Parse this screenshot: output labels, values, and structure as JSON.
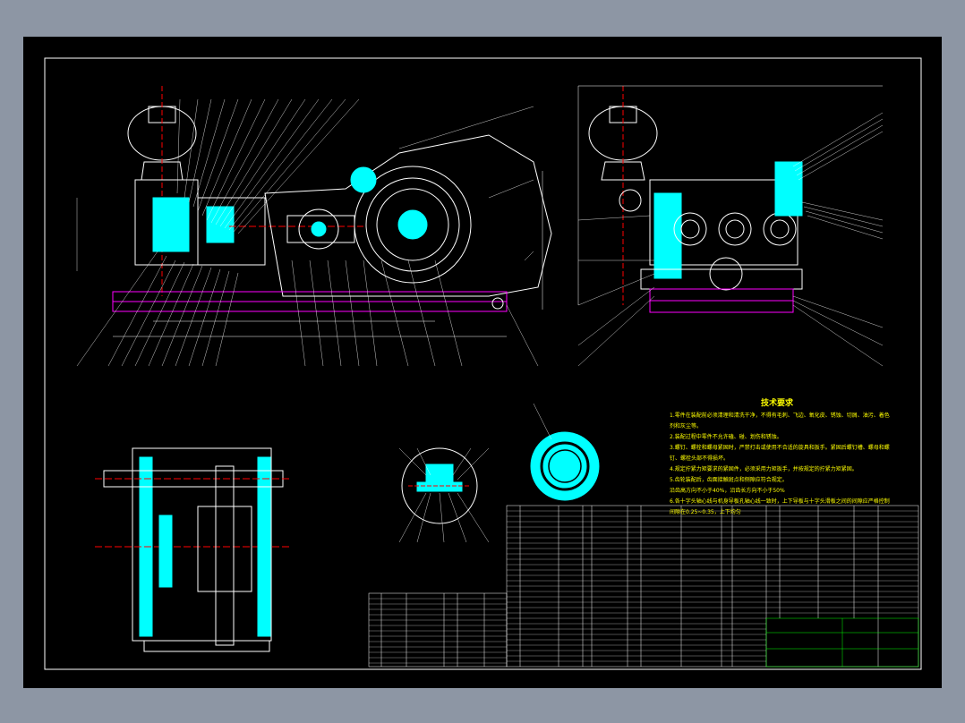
{
  "technical_requirements": {
    "title": "技术要求",
    "lines": [
      "1.零件在装配前必须清理和清洗干净，不得有毛刺、飞边、氧化皮、锈蚀、切屑、油污、着色",
      "剂和灰尘等。",
      "2.装配过程中零件不允许磕、碰、划伤和锈蚀。",
      "3.螺钉、螺栓和螺母紧固时，严禁打击或使用不合适的旋具和扳手。紧固后螺钉槽、螺母和螺",
      "钉、螺栓头部不得损坏。",
      "4.规定拧紧力矩要求的紧固件，必须采用力矩扳手，并按规定的拧紧力矩紧固。",
      "5.齿轮装配后，齿面接触斑点和侧隙应符合规定。",
      "  沿齿高方向不小于40%，沿齿长方向不小于50%",
      "6.各十字头轴心线与机身导板孔轴心线一致时，上下导板与十字头滑板之间的间隙应严格控制",
      "  间隙在0.25~0.35，上下均匀"
    ]
  },
  "colors": {
    "background": "#8d96a4",
    "sheet": "#000000",
    "outline": "#ffffff",
    "section": "#00ffff",
    "frame": "#ff00ff",
    "centerline": "#ff0000",
    "notes": "#ffff00",
    "title_block": "#00ff00"
  }
}
